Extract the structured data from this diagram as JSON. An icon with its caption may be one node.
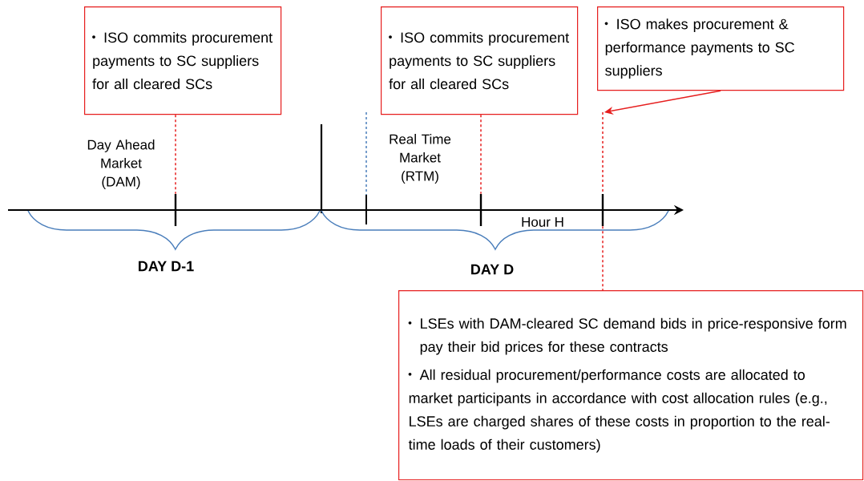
{
  "diagram": {
    "nodes": [
      {
        "text": [
          "ISO commits procurement payments to SC suppliers for all cleared SCs"
        ]
      },
      {
        "text": [
          "ISO commits procurement payments to SC suppliers for all cleared SCs"
        ]
      },
      {
        "text": [
          "ISO makes procurement & performance payments to SC suppliers"
        ]
      },
      {
        "text": [
          "LSEs with DAM-cleared SC demand bids in price-responsive form pay their bid prices for these contracts",
          "All residual procurement/performance costs are allocated to market participants in accordance with cost allocation rules (e.g., LSEs are charged shares of these costs in proportion to the real-time loads of their customers)"
        ]
      },
      {
        "text": [],
        "shape": "bar"
      },
      {
        "text": [],
        "shape": "bar"
      },
      {
        "text": [],
        "shape": "bar"
      }
    ],
    "edges": [
      {
        "from": 0,
        "to": 4,
        "arrow": "none",
        "style": "dashed"
      },
      {
        "from": 1,
        "to": 5,
        "arrow": "none",
        "style": "dashed"
      },
      {
        "from": 6,
        "to": 3,
        "arrow": "none",
        "style": "dashed"
      },
      {
        "from": null,
        "to": 6,
        "arrow": "none",
        "style": "dashed"
      },
      {
        "from": 2,
        "to": null,
        "arrow": "to"
      }
    ],
    "labels": [
      "Day Ahead Market (DAM)",
      "Real Time Market (RTM)",
      "Hour H",
      "DAY D-1",
      "DAY D"
    ]
  }
}
